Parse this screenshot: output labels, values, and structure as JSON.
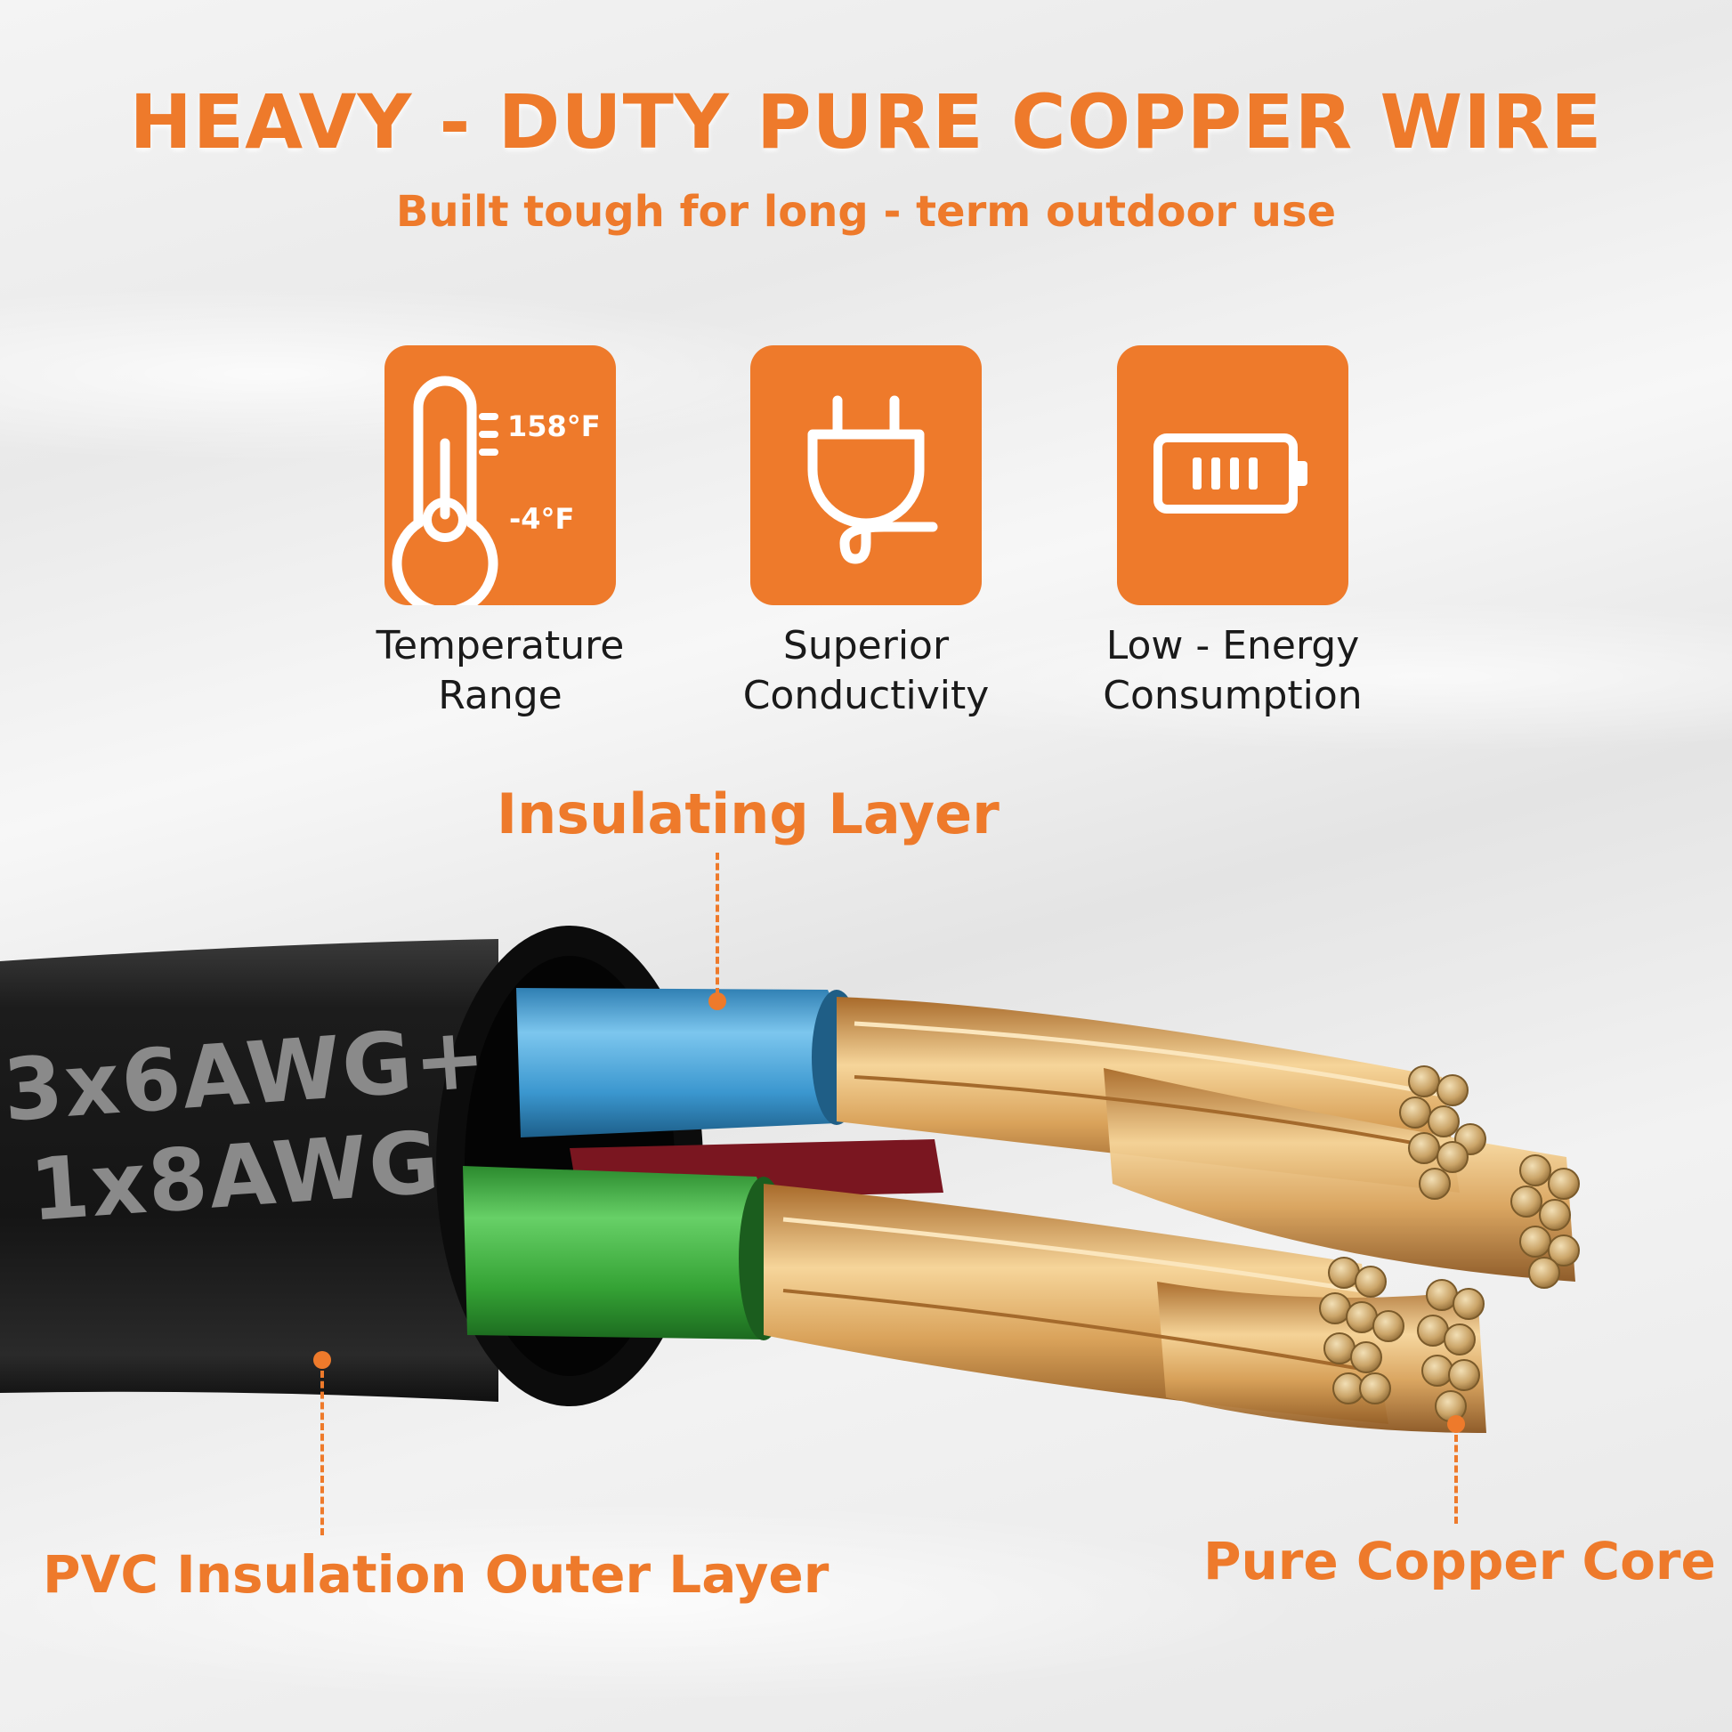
{
  "header": {
    "title": "HEAVY - DUTY PURE COPPER WIRE",
    "subtitle": "Built tough for long - term outdoor use"
  },
  "features": [
    {
      "icon": "thermometer-icon",
      "label_line1": "Temperature",
      "label_line2": "Range",
      "high": "158°F",
      "low": "-4°F"
    },
    {
      "icon": "plug-icon",
      "label_line1": "Superior",
      "label_line2": "Conductivity"
    },
    {
      "icon": "battery-icon",
      "label_line1": "Low - Energy",
      "label_line2": "Consumption"
    }
  ],
  "cable": {
    "print_line1": "3x6AWG+",
    "print_line2": "1x8AWG"
  },
  "callouts": {
    "insulating": "Insulating Layer",
    "outer": "PVC Insulation Outer Layer",
    "core": "Pure Copper Core"
  },
  "colors": {
    "accent": "#ee7a2b",
    "label_text": "#1a1a1a",
    "jacket": "#1b1b1b",
    "blue_insulation": "#4aa6d8",
    "green_insulation": "#3fae3f",
    "red_insulation": "#8a1a22",
    "copper": "#d9a25a"
  }
}
